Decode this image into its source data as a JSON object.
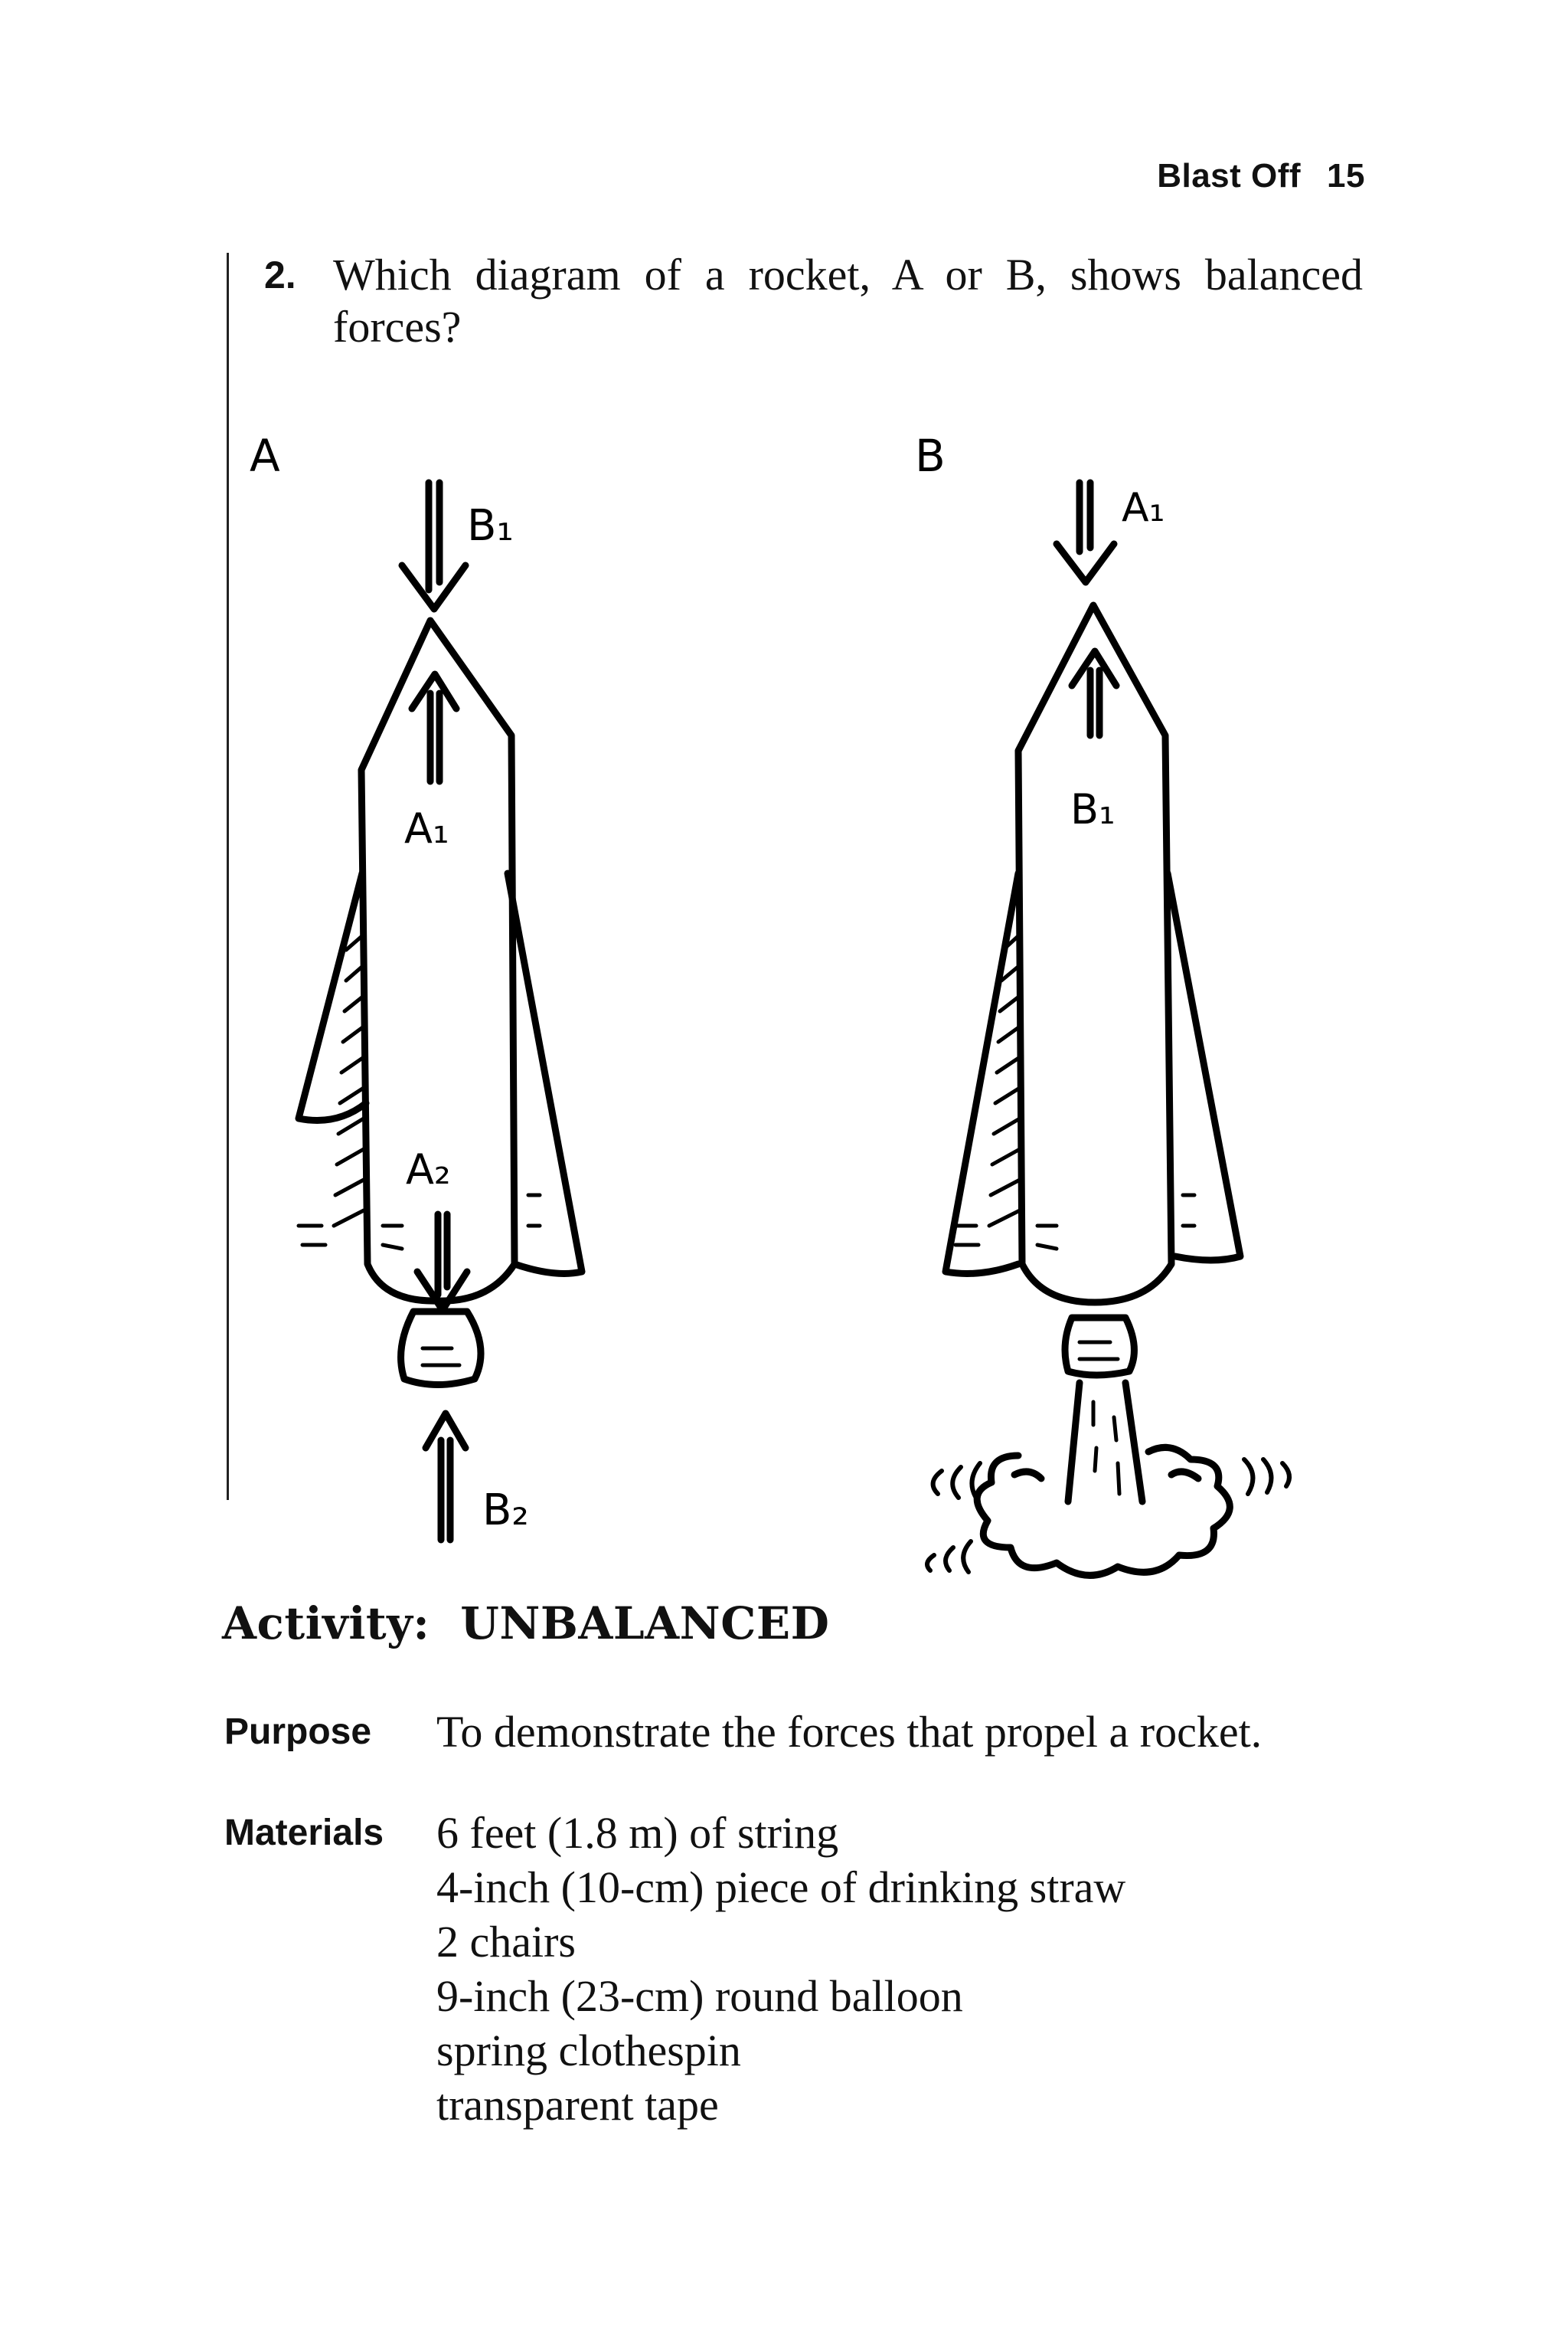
{
  "header": {
    "section": "Blast Off",
    "page_number": "15"
  },
  "question": {
    "number": "2.",
    "text": "Which diagram of a rocket, A or B, shows balanced forces?"
  },
  "diagram": {
    "a": {
      "label": "A",
      "arrow_top": "B₁",
      "arrow_inner_up": "A₁",
      "arrow_inner_down": "A₂",
      "arrow_bottom": "B₂"
    },
    "b": {
      "label": "B",
      "arrow_top": "A₁",
      "arrow_inner_up": "B₁"
    }
  },
  "activity": {
    "prefix": "Activity:",
    "title": "UNBALANCED"
  },
  "purpose": {
    "label": "Purpose",
    "text": "To demonstrate the forces that propel a rocket."
  },
  "materials": {
    "label": "Materials",
    "items": [
      "6 feet (1.8 m) of string",
      "4-inch (10-cm) piece of drinking straw",
      "2 chairs",
      "9-inch (23-cm) round balloon",
      "spring clothespin",
      "transparent tape"
    ]
  }
}
